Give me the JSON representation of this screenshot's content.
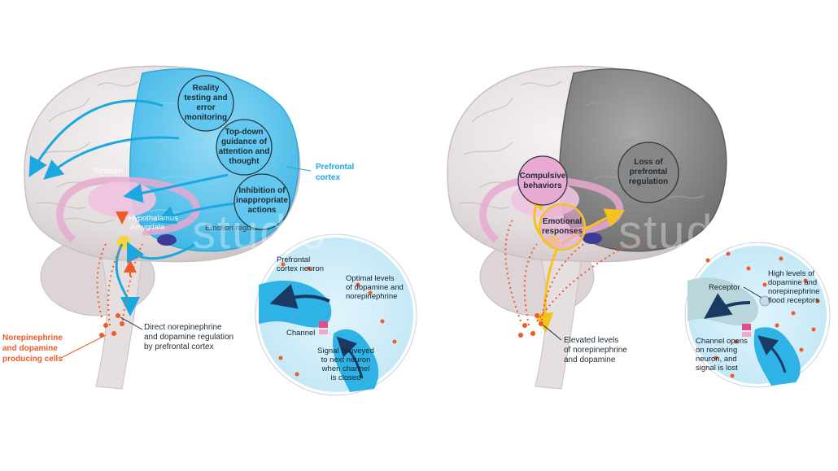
{
  "left": {
    "circles": [
      "Reality testing and error monitoring",
      "Top-down guidance of attention and thought",
      "Inhibition of inappropriate actions"
    ],
    "regions": {
      "striatum": "Striatum",
      "hypothalamus": "Hypothalamus",
      "amygdala": "Amygdala",
      "emotion": "Emotion regulation"
    },
    "prefrontal_cortex": "Prefrontal cortex",
    "ne_da_cells": "Norepinephrine and dopamine producing cells",
    "direct_regulation": "Direct norepinephrine and dopamine regulation by prefrontal cortex",
    "inset": {
      "neuron": "Prefrontal cortex neuron",
      "optimal": "Optimal levels of dopamine and norepinephrine",
      "channel": "Channel",
      "signal": "Signal conveyed to next neuron when channel is closed"
    }
  },
  "right": {
    "loss": "Loss of prefrontal regulation",
    "compulsive": "Compulsive behaviors",
    "emotional": "Emotional responses",
    "elevated": "Elevated levels of norepinephrine and dopamine",
    "inset": {
      "receptor": "Receptor",
      "high": "High levels of dopamine and norepinephrine flood receptors",
      "channel_opens": "Channel opens on receiving neuron, and signal is lost"
    }
  },
  "watermark": "studio",
  "colors": {
    "cortex_blue": "#52c3ee",
    "accent_blue": "#1ba8e0",
    "accent_orange": "#ef5a2a",
    "limbic_pink": "#e7a9cf",
    "gray_cortex": "#8b8b8b"
  }
}
